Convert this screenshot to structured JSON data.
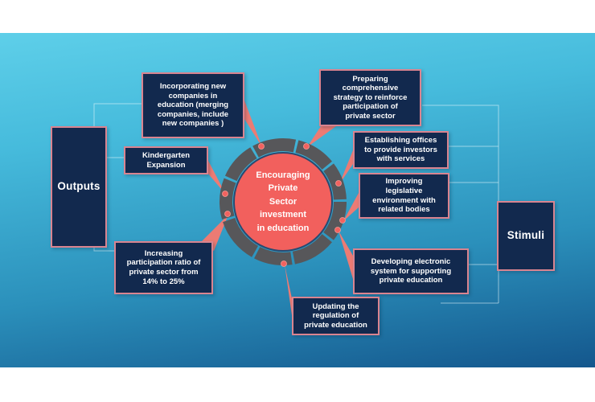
{
  "center": {
    "lines": [
      "Encouraging",
      "Private",
      "Sector",
      "investment",
      "in education"
    ]
  },
  "labels": {
    "outputs": "Outputs",
    "stimuli": "Stimuli"
  },
  "boxes": {
    "incorporating": {
      "lines": [
        "Incorporating new",
        "companies in",
        "education (merging",
        "companies, include",
        "new companies )"
      ]
    },
    "kindergarten": {
      "lines": [
        "Kindergarten",
        "Expansion"
      ]
    },
    "increasing": {
      "lines": [
        "Increasing",
        "participation ratio of",
        "private sector from",
        "14% to 25%"
      ]
    },
    "preparing": {
      "lines": [
        "Preparing",
        "comprehensive",
        "strategy to reinforce",
        "participation of",
        "private sector"
      ]
    },
    "establishing": {
      "lines": [
        "Establishing offices",
        "to provide investors",
        "with services"
      ]
    },
    "improving": {
      "lines": [
        "Improving",
        "legislative",
        "environment with",
        "related bodies"
      ]
    },
    "developing": {
      "lines": [
        "Developing electronic",
        "system for supporting",
        "private education"
      ]
    },
    "updating": {
      "lines": [
        "Updating the",
        "regulation of",
        "private education"
      ]
    }
  },
  "colors": {
    "background_top": "#5ecfe9",
    "background_bottom": "#14578d",
    "box_fill": "#12294e",
    "box_border": "#d98490",
    "circle_fill": "#f2605d",
    "ring_gray": "#57575a",
    "leader_salmon": "#ec7b74",
    "connector_line": "#d9eef5",
    "text": "#ffffff"
  }
}
